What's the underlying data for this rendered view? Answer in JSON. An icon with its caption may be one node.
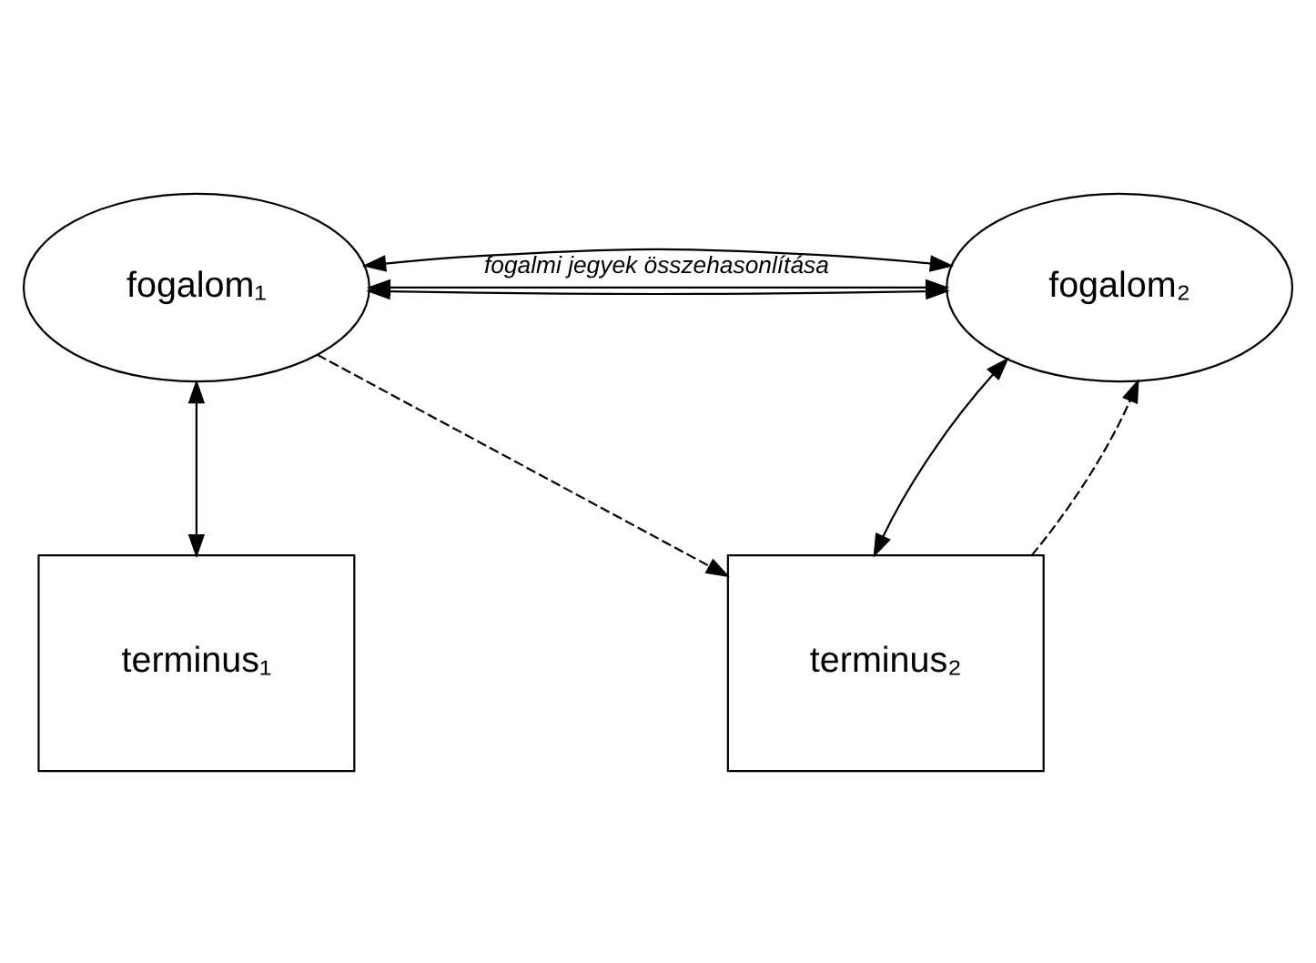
{
  "diagram": {
    "nodes": [
      {
        "text": [
          "fogalom₁"
        ]
      },
      {
        "text": [
          "fogalom₂"
        ]
      },
      {
        "text": [
          "terminus₁"
        ]
      },
      {
        "text": [
          "terminus₂"
        ]
      }
    ],
    "edges": [
      {
        "from": 0,
        "to": 1,
        "arrow": "both",
        "label": "fogalmi jegyek összehasonlítása"
      },
      {
        "from": 0,
        "to": 1,
        "arrow": "both"
      },
      {
        "from": 0,
        "to": 1,
        "arrow": "both"
      },
      {
        "from": 0,
        "to": 2,
        "arrow": "both"
      },
      {
        "from": 1,
        "to": 3,
        "arrow": "both"
      },
      {
        "from": 0,
        "to": 3,
        "arrow": "to",
        "style": "dashed"
      },
      {
        "from": 3,
        "to": 1,
        "arrow": "to",
        "style": "dashed"
      }
    ]
  }
}
